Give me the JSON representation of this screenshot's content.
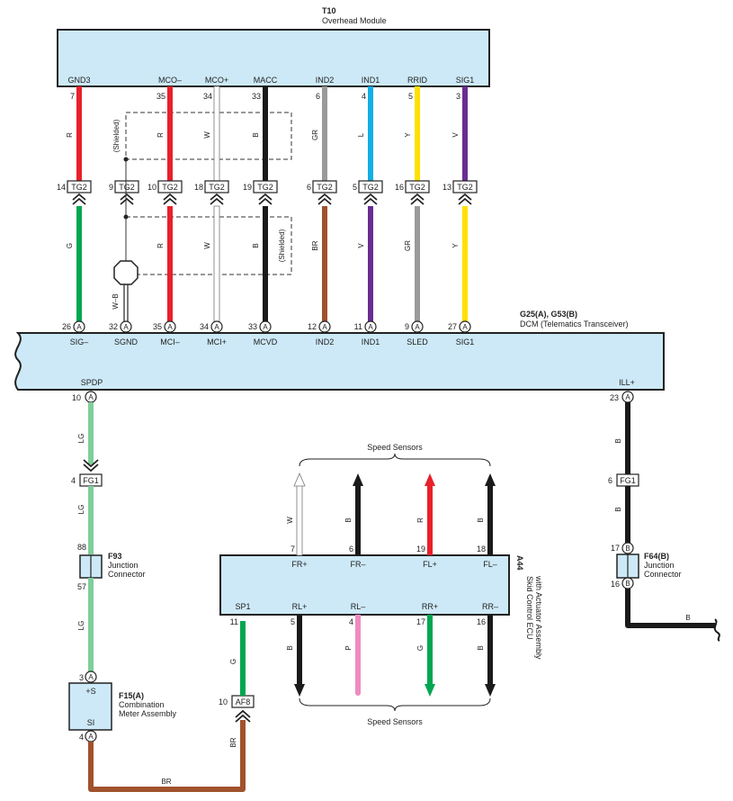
{
  "colors": {
    "R": "#e8202a",
    "W": "#ffffff",
    "B": "#1a1a1a",
    "GR": "#9a9a9a",
    "L": "#12aee6",
    "Y": "#ffe000",
    "V": "#6a2c91",
    "G": "#00a651",
    "BR": "#a0522d",
    "LG": "#7fcf9a",
    "P": "#f08ac0",
    "box_fill": "#cde9f7"
  },
  "overhead_module": {
    "code": "T10",
    "name": "Overhead Module",
    "pins": [
      {
        "label": "GND3",
        "pin": "7"
      },
      {
        "label": "MCO–",
        "pin": "35"
      },
      {
        "label": "MCO+",
        "pin": "34"
      },
      {
        "label": "MACC",
        "pin": "33"
      },
      {
        "label": "IND2",
        "pin": "6"
      },
      {
        "label": "IND1",
        "pin": "4"
      },
      {
        "label": "RRID",
        "pin": "5"
      },
      {
        "label": "SIG1",
        "pin": "3"
      }
    ]
  },
  "shielded_label": "(Shielded)",
  "tg2_connector": {
    "code": "TG2",
    "pins": [
      "14",
      "9",
      "10",
      "18",
      "19",
      "6",
      "5",
      "16",
      "13"
    ]
  },
  "upper_wires": [
    {
      "color": "R",
      "label": "R"
    },
    {
      "color": "R",
      "label": "R"
    },
    {
      "color": "W",
      "label": "W"
    },
    {
      "color": "B",
      "label": "B"
    },
    {
      "color": "GR",
      "label": "GR"
    },
    {
      "color": "L",
      "label": "L"
    },
    {
      "color": "Y",
      "label": "Y"
    },
    {
      "color": "V",
      "label": "V"
    }
  ],
  "lower_wires": [
    {
      "color": "G",
      "label": "G"
    },
    {
      "color": "R",
      "label": "R"
    },
    {
      "color": "W",
      "label": "W"
    },
    {
      "color": "B",
      "label": "B"
    },
    {
      "color": "BR",
      "label": "BR"
    },
    {
      "color": "V",
      "label": "V"
    },
    {
      "color": "GR",
      "label": "GR"
    },
    {
      "color": "Y",
      "label": "Y"
    }
  ],
  "sgnd_wire_label": "W–B",
  "dcm": {
    "code": "G25(A), G53(B)",
    "name": "DCM (Telematics Transceiver)",
    "top_pins": [
      {
        "label": "SIG–",
        "pin": "26",
        "conn": "A"
      },
      {
        "label": "SGND",
        "pin": "32",
        "conn": "A"
      },
      {
        "label": "MCI–",
        "pin": "35",
        "conn": "A"
      },
      {
        "label": "MCI+",
        "pin": "34",
        "conn": "A"
      },
      {
        "label": "MCVD",
        "pin": "33",
        "conn": "A"
      },
      {
        "label": "IND2",
        "pin": "12",
        "conn": "A"
      },
      {
        "label": "IND1",
        "pin": "11",
        "conn": "A"
      },
      {
        "label": "SLED",
        "pin": "9",
        "conn": "A"
      },
      {
        "label": "SIG1",
        "pin": "27",
        "conn": "A"
      }
    ],
    "bottom_pins": [
      {
        "label": "SPDP",
        "pin": "10",
        "conn": "A"
      },
      {
        "label": "ILL+",
        "pin": "23",
        "conn": "A"
      }
    ]
  },
  "left_branch": {
    "wire1_label": "LG",
    "fg1": {
      "code": "FG1",
      "pin": "4"
    },
    "wire2_label": "LG",
    "f93": {
      "code": "F93",
      "name_line1": "Junction",
      "name_line2": "Connector",
      "pin_top": "88",
      "pin_bottom": "57"
    },
    "wire3_label": "LG",
    "f15": {
      "code": "F15(A)",
      "name_line1": "Combination",
      "name_line2": "Meter Assembly",
      "pin_top": "3",
      "pin_bottom": "4",
      "conn": "A",
      "label_top": "+S",
      "label_bottom": "SI"
    },
    "br_label": "BR",
    "af8": {
      "code": "AF8",
      "pin": "10"
    },
    "af8_wire_label": "BR"
  },
  "right_branch": {
    "wire1_label": "B",
    "fg1": {
      "code": "FG1",
      "pin": "6"
    },
    "wire2_label": "B",
    "f64": {
      "code": "F64(B)",
      "name_line1": "Junction",
      "name_line2": "Connector",
      "pin_top": "17",
      "pin_bottom": "16",
      "conn": "B"
    },
    "wire3_label": "B"
  },
  "abs_ecu": {
    "code": "A44",
    "name_line1": "Skid Control ECU",
    "name_line2": "with Actuator Assembly",
    "top_pins": [
      {
        "label": "FR+",
        "pin": "7",
        "color": "W",
        "wire": "W"
      },
      {
        "label": "FR–",
        "pin": "6",
        "color": "B",
        "wire": "B"
      },
      {
        "label": "FL+",
        "pin": "19",
        "color": "R",
        "wire": "R"
      },
      {
        "label": "FL–",
        "pin": "18",
        "color": "B",
        "wire": "B"
      }
    ],
    "bottom_pins": [
      {
        "label": "SP1",
        "pin": "11",
        "color": "G",
        "wire": "G"
      },
      {
        "label": "RL+",
        "pin": "5",
        "color": "B",
        "wire": "B"
      },
      {
        "label": "RL–",
        "pin": "4",
        "color": "P",
        "wire": "P"
      },
      {
        "label": "RR+",
        "pin": "17",
        "color": "G",
        "wire": "G"
      },
      {
        "label": "RR–",
        "pin": "16",
        "color": "B",
        "wire": "B"
      }
    ],
    "speed_sensors_top": "Speed Sensors",
    "speed_sensors_bottom": "Speed Sensors"
  }
}
